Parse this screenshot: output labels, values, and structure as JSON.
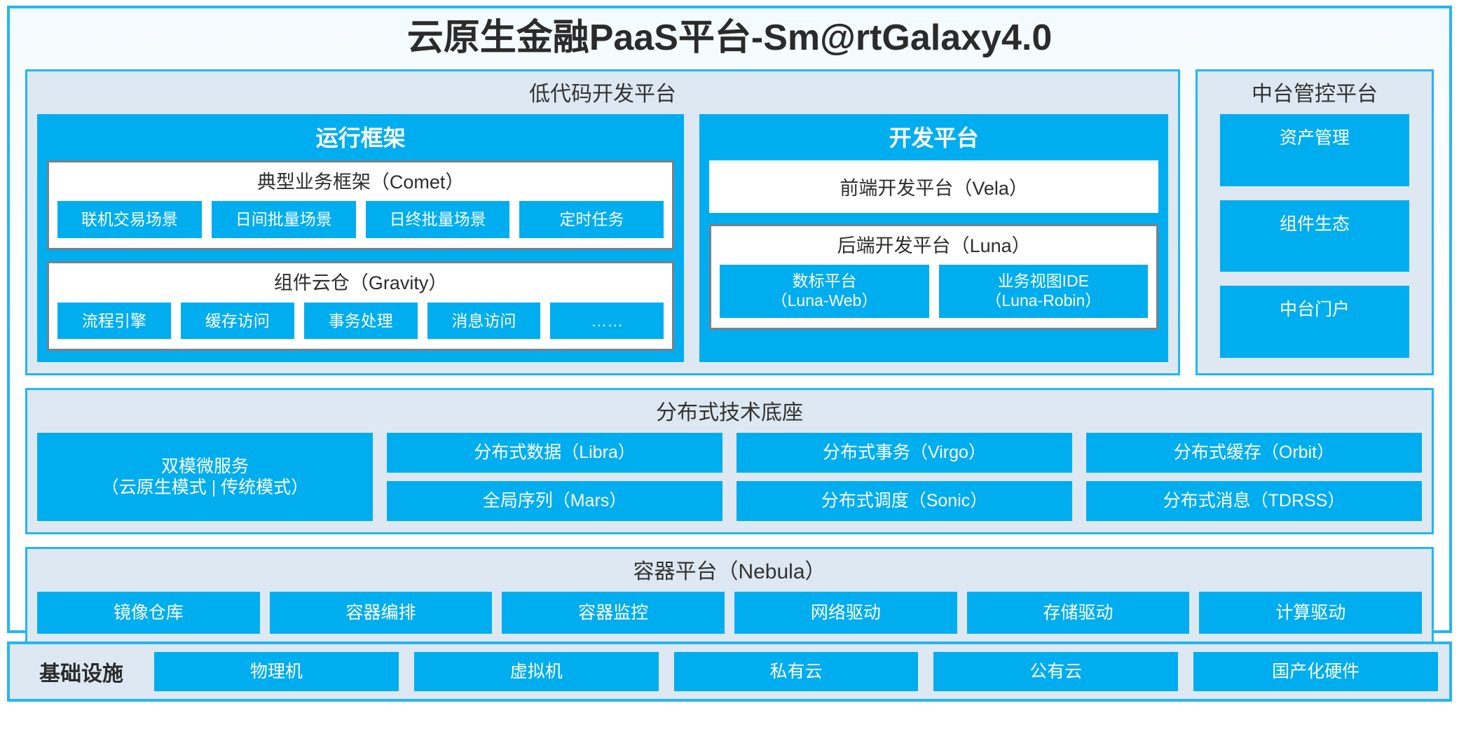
{
  "title": "云原生金融PaaS平台-Sm@rtGalaxy4.0",
  "colors": {
    "accent_blue": "#00ADEF",
    "border_blue": "#22B7F2",
    "panel_bg": "#DDE8F3",
    "box_border_gray": "#7A8088",
    "text_dark": "#2D2D2D"
  },
  "lowcode": {
    "title": "低代码开发平台",
    "runtime": {
      "title": "运行框架",
      "comet": {
        "title": "典型业务框架（Comet）",
        "items": [
          "联机交易场景",
          "日间批量场景",
          "日终批量场景",
          "定时任务"
        ]
      },
      "gravity": {
        "title": "组件云仓（Gravity）",
        "items": [
          "流程引擎",
          "缓存访问",
          "事务处理",
          "消息访问",
          "……"
        ]
      }
    },
    "devplatform": {
      "title": "开发平台",
      "frontend": "前端开发平台（Vela）",
      "backend": {
        "title": "后端开发平台（Luna）",
        "items": [
          {
            "line1": "数标平台",
            "line2": "（Luna-Web）"
          },
          {
            "line1": "业务视图IDE",
            "line2": "（Luna-Robin）"
          }
        ]
      }
    }
  },
  "midplatform": {
    "title": "中台管控平台",
    "items": [
      "资产管理",
      "组件生态",
      "中台门户"
    ]
  },
  "distbase": {
    "title": "分布式技术底座",
    "microservice": {
      "line1": "双模微服务",
      "line2": "（云原生模式 | 传统模式）"
    },
    "columns": [
      [
        "分布式数据（Libra）",
        "全局序列（Mars）"
      ],
      [
        "分布式事务（Virgo）",
        "分布式调度（Sonic）"
      ],
      [
        "分布式缓存（Orbit）",
        "分布式消息（TDRSS）"
      ]
    ]
  },
  "containerplatform": {
    "title": "容器平台（Nebula）",
    "items": [
      "镜像仓库",
      "容器编排",
      "容器监控",
      "网络驱动",
      "存储驱动",
      "计算驱动"
    ]
  },
  "infrastructure": {
    "label": "基础设施",
    "items": [
      "物理机",
      "虚拟机",
      "私有云",
      "公有云",
      "国产化硬件"
    ]
  }
}
